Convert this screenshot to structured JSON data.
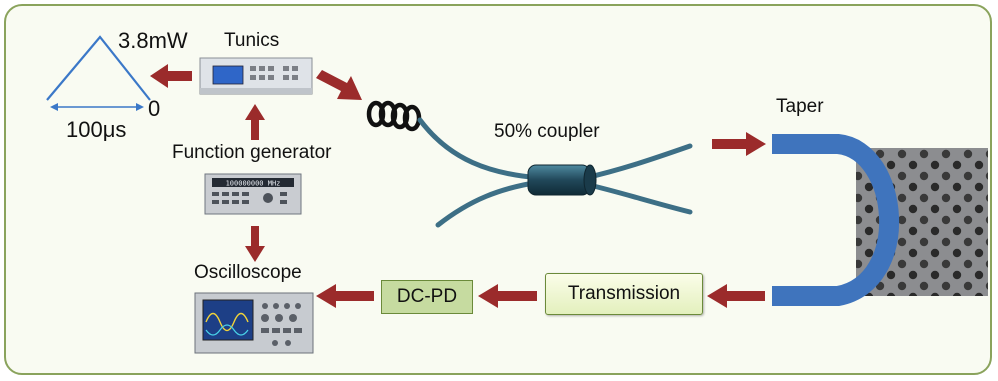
{
  "labels": {
    "power": "3.8mW",
    "zero": "0",
    "period": "100μs",
    "tunics": "Tunics",
    "function_generator": "Function generator",
    "oscilloscope": "Oscilloscope",
    "coupler": "50% coupler",
    "taper": "Taper",
    "dc_pd": "DC-PD",
    "transmission": "Transmission"
  },
  "instruments": {
    "function_generator_display": "100000000 MHz"
  },
  "colors": {
    "arrow": "#9b2b2b",
    "fiber": "#3d6f86",
    "taper": "#3f74bd",
    "frame": "#8aa35c",
    "box_fill": "#c6dba0",
    "triangle": "#3b78c8"
  }
}
